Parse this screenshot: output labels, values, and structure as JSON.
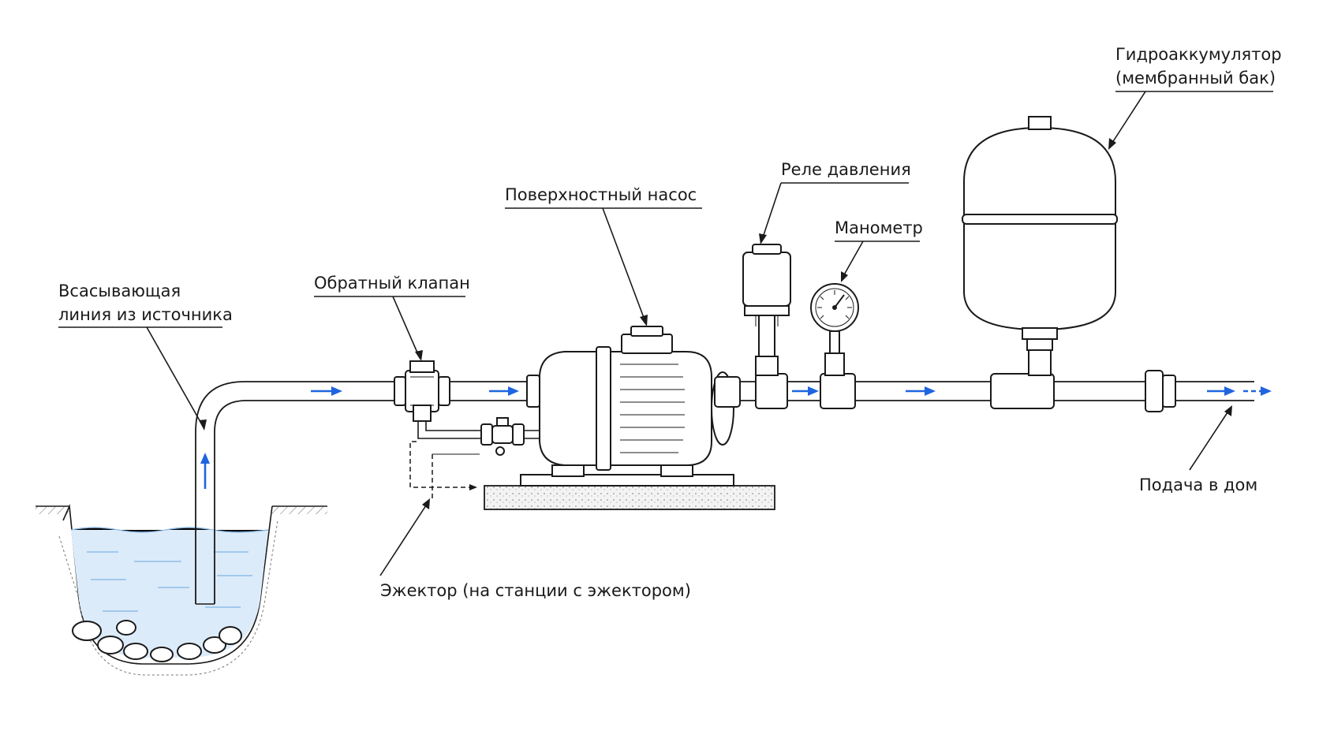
{
  "labels": {
    "suction_line_1": "Всасывающая",
    "suction_line_2": "линия из источника",
    "check_valve": "Обратный клапан",
    "surface_pump": "Поверхностный насос",
    "pressure_switch": "Реле давления",
    "manometer": "Манометр",
    "accumulator_1": "Гидроаккумулятор",
    "accumulator_2": "(мембранный бак)",
    "ejector": "Эжектор (на станции с эжектором)",
    "house_supply": "Подача в дом"
  },
  "colors": {
    "flow_arrow": "#1f64e0",
    "water": "#dcebfa",
    "line": "#1a1a1a"
  }
}
